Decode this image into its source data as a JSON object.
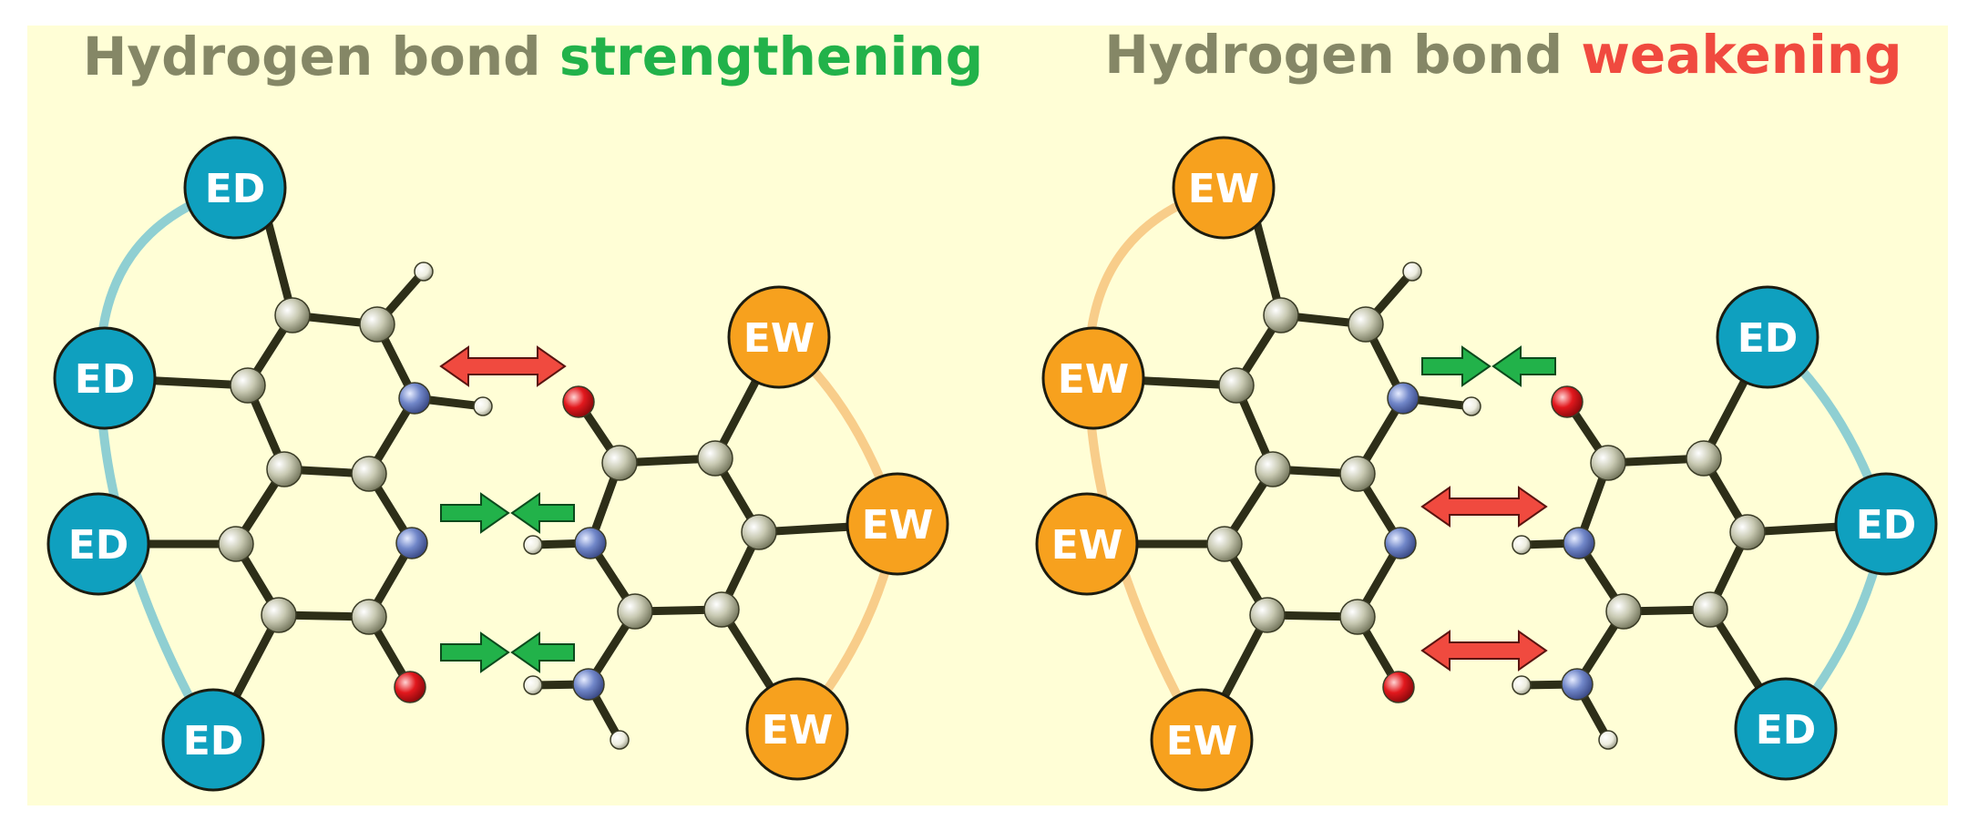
{
  "panels": [
    {
      "title_prefix": "Hydrogen bond ",
      "title_keyword": "strengthening",
      "left_group": [
        "ED",
        "ED",
        "ED",
        "ED"
      ],
      "right_group": [
        "EW",
        "EW",
        "EW"
      ],
      "arrows": [
        "double",
        "converge",
        "converge"
      ]
    },
    {
      "title_prefix": "Hydrogen bond ",
      "title_keyword": "weakening",
      "left_group": [
        "EW",
        "EW",
        "EW",
        "EW"
      ],
      "right_group": [
        "ED",
        "ED",
        "ED"
      ],
      "arrows": [
        "converge",
        "double",
        "double"
      ]
    }
  ],
  "colors": {
    "background": "#fffed6",
    "title_gray": "#858766",
    "strengthening": "#22b24a",
    "weakening": "#f04a3f",
    "ED_fill": "#0fa0bf",
    "EW_fill": "#f7a11e",
    "ED_arc": "#8fcfd2",
    "EW_arc": "#f8cd8a",
    "bond": "#2d2e18",
    "carbon": "#b3b59d",
    "nitrogen": "#6a80c4",
    "oxygen": "#e0161b",
    "hydrogen": "#eeeee4"
  }
}
